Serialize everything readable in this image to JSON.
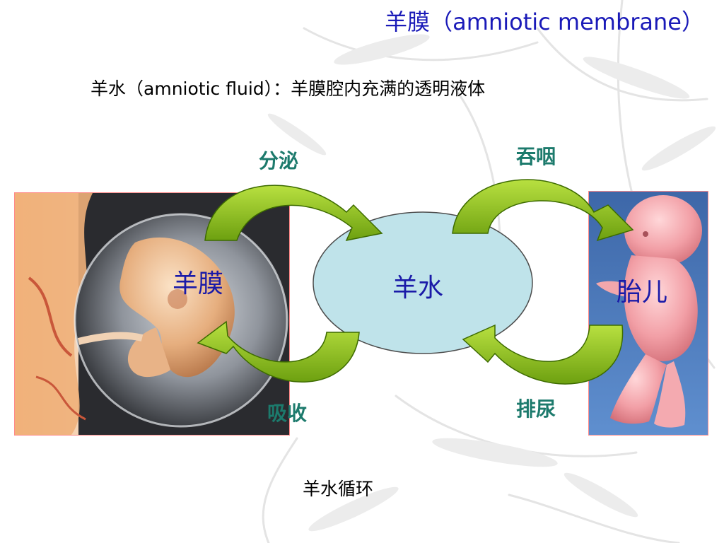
{
  "title": {
    "cn": "羊膜",
    "paren_open": "（",
    "en": "amniotic membrane",
    "paren_close": "）"
  },
  "subtitle": {
    "cn": "羊水",
    "paren_open": "（",
    "en": "amniotic fluid",
    "paren_close": "）",
    "definition": "：羊膜腔内充满的透明液体"
  },
  "labels": {
    "secrete": "分泌",
    "swallow": "吞咽",
    "absorb": "吸收",
    "urinate": "排尿",
    "amnion": "羊膜",
    "fluid": "羊水",
    "fetus": "胎儿"
  },
  "caption": "羊水循环",
  "colors": {
    "title": "#1a1ab8",
    "process_label": "#1c7a6c",
    "node_label": "#1a1aa8",
    "arrow_fill": "#8cc020",
    "arrow_stroke": "#3d6b00",
    "fluid_fill": "#bfe3ea",
    "photo_border": "#ff8a8a"
  }
}
